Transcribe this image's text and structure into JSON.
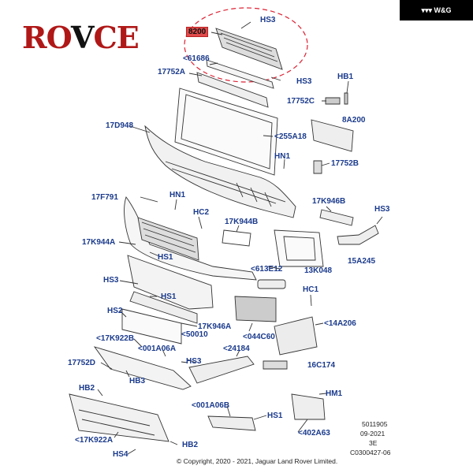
{
  "brand": {
    "logo_text_a": "RO",
    "logo_text_b": "V",
    "logo_text_c": "CE",
    "badge": "W&G"
  },
  "labels": [
    {
      "id": "hs3-top",
      "text": "HS3"
    },
    {
      "id": "8200",
      "text": "8200"
    },
    {
      "id": "61686",
      "text": "<61686"
    },
    {
      "id": "17752a",
      "text": "17752A"
    },
    {
      "id": "hs3-2",
      "text": "HS3"
    },
    {
      "id": "hb1",
      "text": "HB1"
    },
    {
      "id": "17752c",
      "text": "17752C"
    },
    {
      "id": "17d948",
      "text": "17D948"
    },
    {
      "id": "8a200",
      "text": "8A200"
    },
    {
      "id": "255a18",
      "text": "<255A18"
    },
    {
      "id": "hn1-a",
      "text": "HN1"
    },
    {
      "id": "17752b",
      "text": "17752B"
    },
    {
      "id": "hn1-b",
      "text": "HN1"
    },
    {
      "id": "17f791",
      "text": "17F791"
    },
    {
      "id": "17k946b",
      "text": "17K946B"
    },
    {
      "id": "hc2",
      "text": "HC2"
    },
    {
      "id": "17k944b",
      "text": "17K944B"
    },
    {
      "id": "hs3-r",
      "text": "HS3"
    },
    {
      "id": "17k944a",
      "text": "17K944A"
    },
    {
      "id": "hs1-a",
      "text": "HS1"
    },
    {
      "id": "613e12",
      "text": "<613E12"
    },
    {
      "id": "15a245",
      "text": "15A245"
    },
    {
      "id": "13k048",
      "text": "13K048"
    },
    {
      "id": "hs3-l",
      "text": "HS3"
    },
    {
      "id": "hs1-b",
      "text": "HS1"
    },
    {
      "id": "hc1",
      "text": "HC1"
    },
    {
      "id": "hs2",
      "text": "HS2"
    },
    {
      "id": "17k946a",
      "text": "17K946A"
    },
    {
      "id": "14a206",
      "text": "<14A206"
    },
    {
      "id": "17k922b",
      "text": "<17K922B"
    },
    {
      "id": "50010",
      "text": "<50010"
    },
    {
      "id": "044c60",
      "text": "<044C60"
    },
    {
      "id": "001a06a",
      "text": "<001A06A"
    },
    {
      "id": "24184",
      "text": "<24184"
    },
    {
      "id": "hs3-b",
      "text": "HS3"
    },
    {
      "id": "17752d",
      "text": "17752D"
    },
    {
      "id": "16c174",
      "text": "16C174"
    },
    {
      "id": "hb3",
      "text": "HB3"
    },
    {
      "id": "hb2-a",
      "text": "HB2"
    },
    {
      "id": "hm1",
      "text": "HM1"
    },
    {
      "id": "001a06b",
      "text": "<001A06B"
    },
    {
      "id": "hs1-c",
      "text": "HS1"
    },
    {
      "id": "17k922a",
      "text": "<17K922A"
    },
    {
      "id": "402a63",
      "text": "<402A63"
    },
    {
      "id": "hb2-b",
      "text": "HB2"
    },
    {
      "id": "hs4",
      "text": "HS4"
    }
  ],
  "meta": {
    "line1": "5011905",
    "line2": "09-2021",
    "line3": "3E",
    "line4": "C0300427-06"
  },
  "copyright": "© Copyright, 2020 - 2021, Jaguar Land Rover Limited.",
  "colors": {
    "label": "#1a3a8c",
    "highlight": "#e04a4a",
    "logo": "#b01818"
  }
}
